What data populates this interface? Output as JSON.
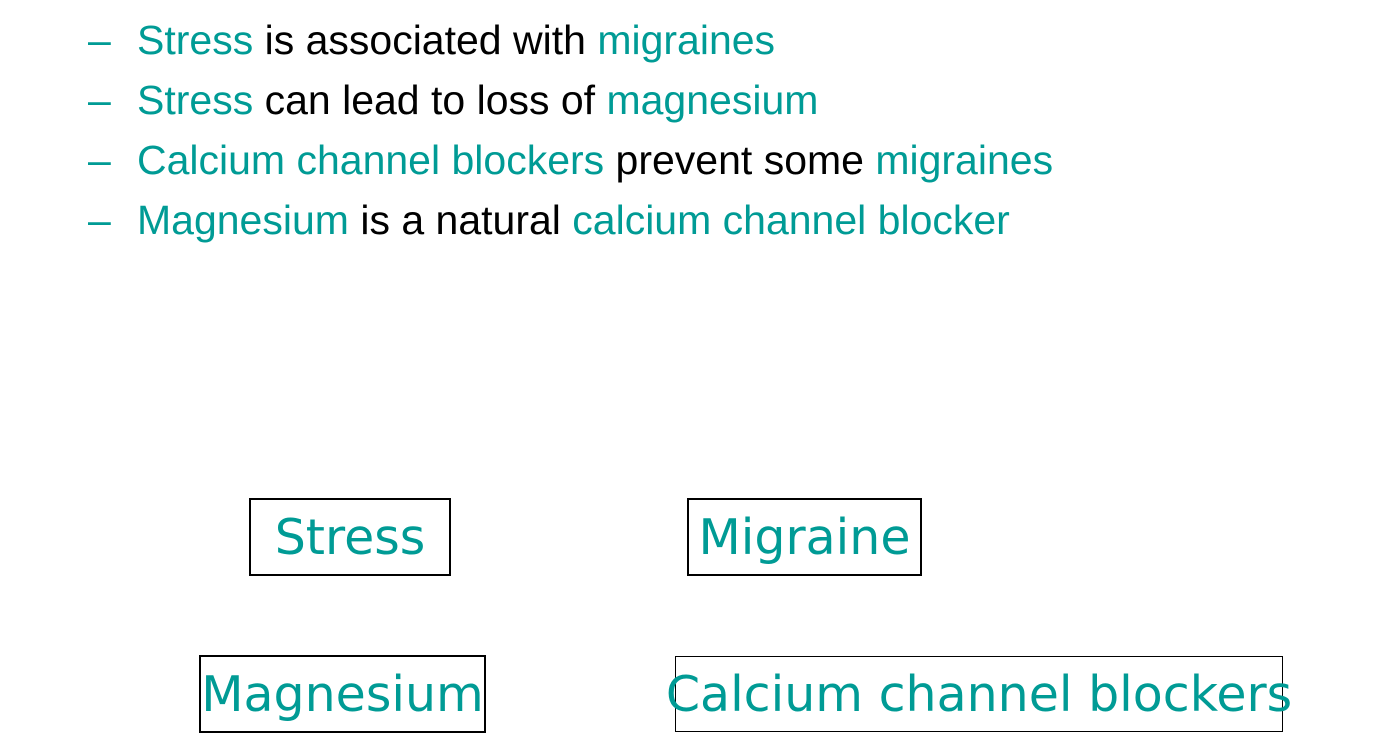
{
  "bullets": [
    {
      "dash": "–",
      "segments": [
        {
          "text": "Stress",
          "color": "teal"
        },
        {
          "text": " is associated with ",
          "color": "dark"
        },
        {
          "text": "migraines",
          "color": "teal"
        }
      ]
    },
    {
      "dash": "–",
      "segments": [
        {
          "text": "Stress",
          "color": "teal"
        },
        {
          "text": " can lead to loss of ",
          "color": "dark"
        },
        {
          "text": "magnesium",
          "color": "teal"
        }
      ]
    },
    {
      "dash": "–",
      "segments": [
        {
          "text": "Calcium channel blockers",
          "color": "teal"
        },
        {
          "text": " prevent some ",
          "color": "dark"
        },
        {
          "text": "migraines",
          "color": "teal"
        }
      ]
    },
    {
      "dash": "–",
      "segments": [
        {
          "text": "Magnesium",
          "color": "teal"
        },
        {
          "text": " is a natural ",
          "color": "dark"
        },
        {
          "text": "calcium channel blocker",
          "color": "teal"
        }
      ]
    }
  ],
  "boxes": {
    "stress": "Stress",
    "migraine": "Migraine",
    "magnesium": "Magnesium",
    "calcium_channel_blockers": "Calcium channel blockers"
  },
  "colors": {
    "teal": "#009b95",
    "text": "#000000",
    "box_border": "#000000",
    "background": "#ffffff"
  }
}
